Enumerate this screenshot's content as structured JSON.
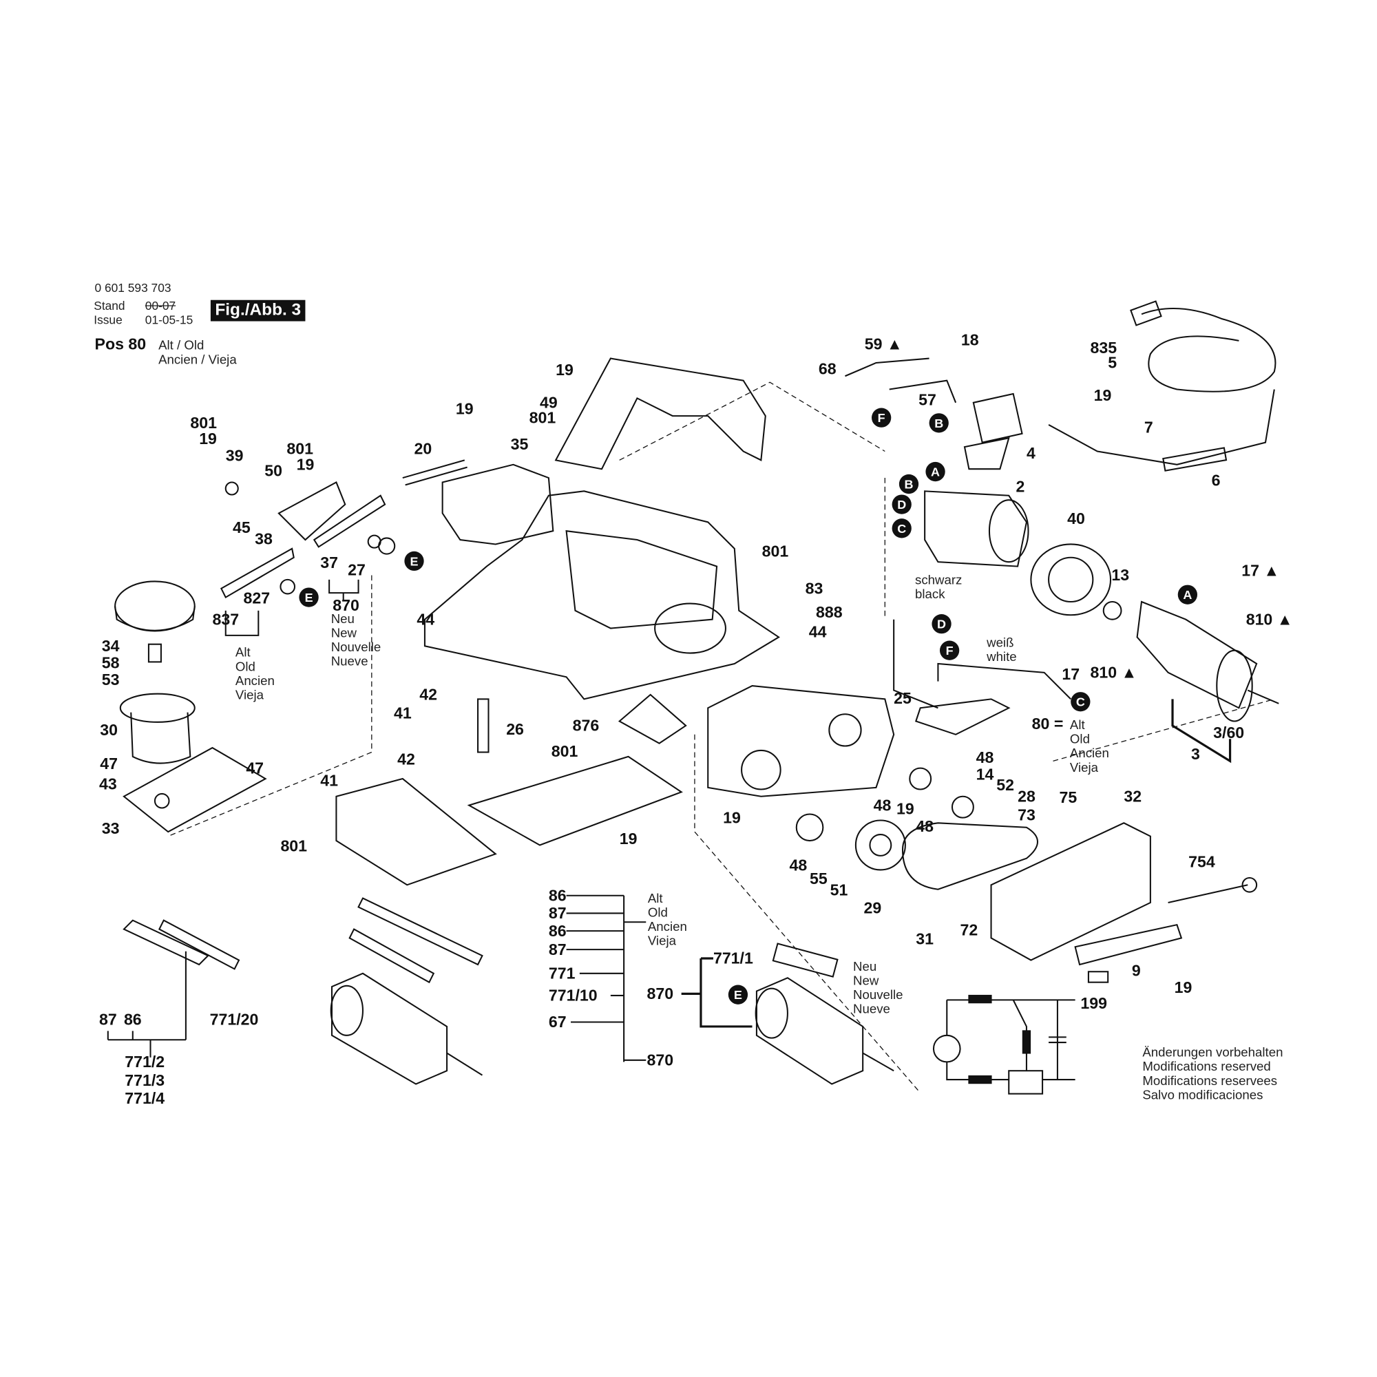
{
  "header": {
    "part_number": "0 601 593 703",
    "stand_label": "Stand",
    "stand_old": "00-07",
    "issue_label": "Issue",
    "issue_date": "01-05-15",
    "fig_label": "Fig./Abb. 3",
    "pos_label": "Pos 80",
    "pos_alt_1": "Alt / Old",
    "pos_alt_2": "Ancien / Vieja"
  },
  "callouts": [
    "19",
    "49",
    "801",
    "19",
    "20",
    "35",
    "801",
    "19",
    "39",
    "50",
    "801",
    "19",
    "45",
    "38",
    "37",
    "27",
    "870",
    "837",
    "827",
    "34",
    "58",
    "53",
    "30",
    "47",
    "47",
    "43",
    "33",
    "44",
    "42",
    "41",
    "42",
    "41",
    "26",
    "876",
    "801",
    "801",
    "19",
    "801",
    "83",
    "888",
    "44",
    "68",
    "59 ▲",
    "18",
    "57",
    "4",
    "835",
    "5",
    "19",
    "7",
    "6",
    "2",
    "40",
    "13",
    "17 ▲",
    "810 ▲",
    "810 ▲",
    "17",
    "25",
    "80 =",
    "3/60",
    "3",
    "48",
    "14",
    "52",
    "28",
    "73",
    "48",
    "19",
    "48",
    "19",
    "48",
    "55",
    "51",
    "29",
    "31",
    "72",
    "75",
    "32",
    "754",
    "9",
    "19",
    "199",
    "86",
    "87",
    "86",
    "87",
    "771",
    "771/10",
    "67",
    "870",
    "87",
    "86",
    "771/20",
    "771/2",
    "771/3",
    "771/4",
    "771/1",
    "870"
  ],
  "markers": [
    "E",
    "E",
    "F",
    "B",
    "A",
    "B",
    "D",
    "C",
    "A",
    "D",
    "F",
    "C",
    "E"
  ],
  "text_blocks": {
    "new_870": [
      "Neu",
      "New",
      "Nouvelle",
      "Nueve"
    ],
    "old_837": [
      "Alt",
      "Old",
      "Ancien",
      "Vieja"
    ],
    "wire_black": [
      "schwarz",
      "black"
    ],
    "wire_white": [
      "weiß",
      "white"
    ],
    "old_80": [
      "Alt",
      "Old",
      "Ancien",
      "Vieja"
    ],
    "old_blades": [
      "Alt",
      "Old",
      "Ancien",
      "Vieja"
    ],
    "new_771_1": [
      "Neu",
      "New",
      "Nouvelle",
      "Nueve"
    ],
    "notes": [
      "Änderungen vorbehalten",
      "Modifications reserved",
      "Modifications reservees",
      "Salvo modificaciones"
    ]
  },
  "colors": {
    "ink": "#111111",
    "paper": "#ffffff"
  }
}
